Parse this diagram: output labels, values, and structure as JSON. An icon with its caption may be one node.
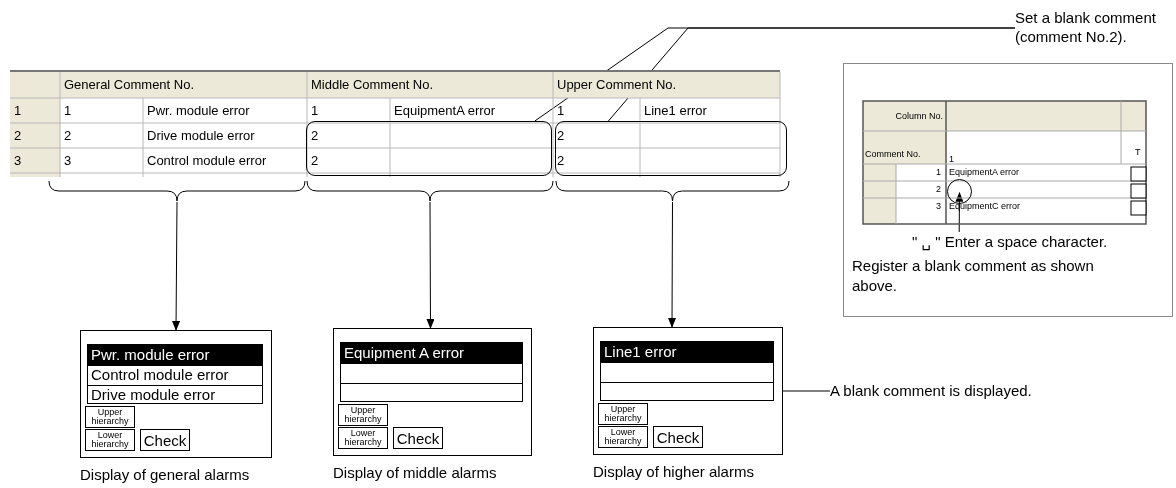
{
  "diagram": {
    "nodes": [
      {
        "text": [],
        "shape": "brace"
      },
      {
        "text": [],
        "shape": "brace"
      },
      {
        "text": [],
        "shape": "brace"
      },
      {
        "text": [
          "Pwr. module error",
          "Control module error",
          "Drive module error",
          "Upper hierarchy",
          "Lower hierarchy",
          "Check"
        ],
        "beside": [
          "Display of general alarms"
        ]
      },
      {
        "text": [
          "Equipment A error",
          "Upper hierarchy",
          "Lower hierarchy",
          "Check"
        ],
        "beside": [
          "Display of middle alarms"
        ]
      },
      {
        "text": [
          "Line1 error",
          "Upper hierarchy",
          "Lower hierarchy",
          "Check"
        ],
        "beside": [
          "Display of higher alarms"
        ]
      },
      {
        "text": [
          "Set a blank comment (comment No.2)."
        ]
      },
      {
        "text": [],
        "shape": "box"
      },
      {
        "text": [],
        "shape": "box"
      },
      {
        "text": [
          "Register a blank comment as shown above."
        ]
      },
      {
        "text": [
          "\" ␣ \" Enter a space character."
        ],
        "in": 9
      },
      {
        "text": [],
        "shape": "circle",
        "in": 9
      },
      {
        "text": [
          "A blank comment is displayed."
        ]
      }
    ],
    "edges": [
      {
        "from": 0,
        "to": 3,
        "arrow": "to"
      },
      {
        "from": 1,
        "to": 4,
        "arrow": "to"
      },
      {
        "from": 2,
        "to": 5,
        "arrow": "to"
      },
      {
        "from": 6,
        "to": 7,
        "arrow": "none"
      },
      {
        "from": 6,
        "to": 8,
        "arrow": "none"
      },
      {
        "from": 10,
        "to": 11,
        "arrow": "to"
      },
      {
        "from": 12,
        "to": 5,
        "arrow": "none"
      }
    ],
    "labels": [
      "General Comment No.",
      "Middle Comment No.",
      "Upper Comment No.",
      "1",
      "1",
      "Pwr. module error",
      "1",
      "EquipmentA error",
      "1",
      "Line1 error",
      "2",
      "2",
      "Drive module error",
      "2",
      "2",
      "3",
      "3",
      "Control module error",
      "2",
      "2",
      "Column No.",
      "Comment No.",
      "1",
      "T",
      "1",
      "EquipmentA error",
      "2",
      "3",
      "EquipmentC error"
    ]
  }
}
